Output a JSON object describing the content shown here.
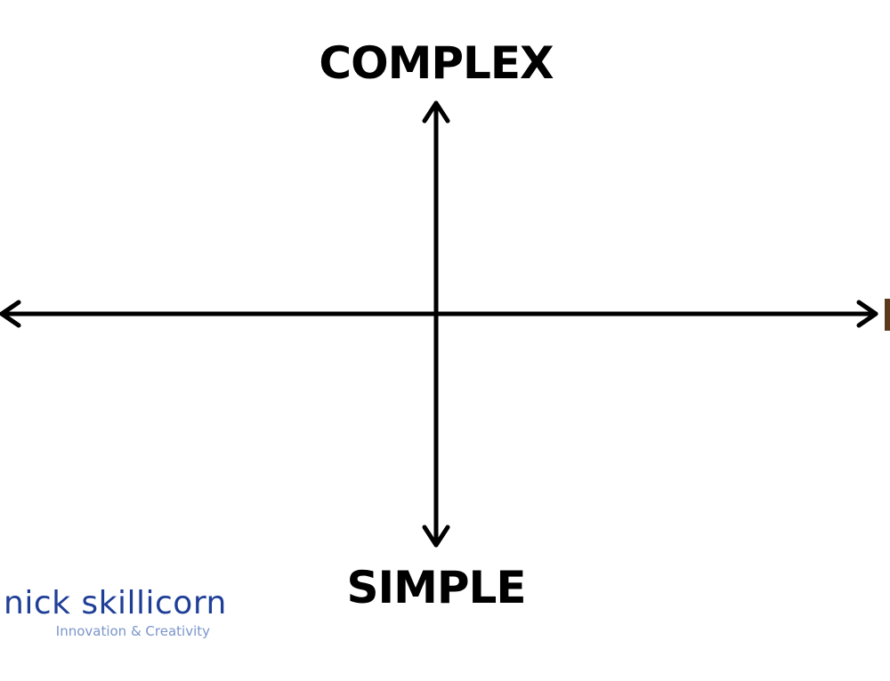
{
  "diagram": {
    "top_label": "COMPLEX",
    "bottom_label": "SIMPLE"
  },
  "logo": {
    "name": "nick skillicorn",
    "tagline": "Innovation & Creativity",
    "name_color": "#1f3f97",
    "tagline_color": "#7b95c9"
  },
  "colors": {
    "axis": "#000000",
    "edge_mark": "#5a3a1a"
  }
}
